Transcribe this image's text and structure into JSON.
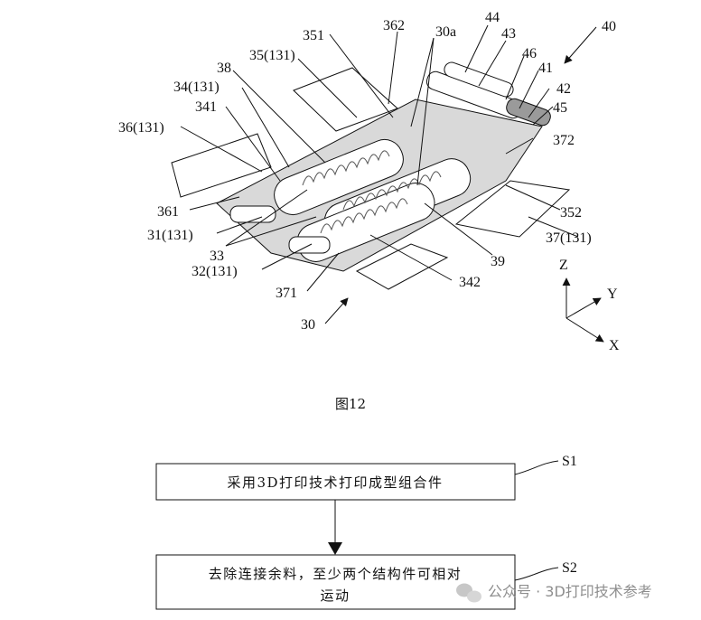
{
  "figure": {
    "caption": "图12",
    "labels": {
      "l40": "40",
      "l44": "44",
      "l43": "43",
      "l46": "46",
      "l41": "41",
      "l42": "42",
      "l45": "45",
      "l362": "362",
      "l30a": "30a",
      "l351": "351",
      "l35": "35(131)",
      "l38": "38",
      "l34": "34(131)",
      "l341": "341",
      "l36": "36(131)",
      "l361": "361",
      "l31": "31(131)",
      "l33": "33",
      "l32": "32(131)",
      "l371": "371",
      "l30": "30",
      "l342": "342",
      "l39": "39",
      "l37": "37(131)",
      "l352": "352",
      "l372": "372"
    },
    "axes": {
      "z": "Z",
      "y": "Y",
      "x": "X"
    }
  },
  "flowchart": {
    "steps": [
      {
        "id": "S1",
        "text": "采用3D打印技术打印成型组合件"
      },
      {
        "id": "S2",
        "text_line1": "去除连接余料，至少两个结构件可相对",
        "text_line2": "运动"
      }
    ]
  },
  "watermark": {
    "text": "公众号 · 3D打印技术参考"
  }
}
